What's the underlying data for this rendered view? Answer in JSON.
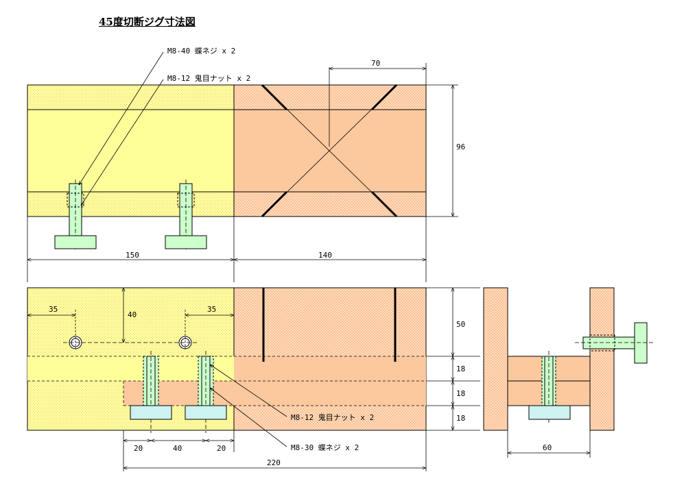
{
  "title": "45度切断ジグ寸法図",
  "labels": {
    "top_bolt": "M8-40 蝶ネジ x 2",
    "top_nut": "M8-12 鬼目ナット x 2",
    "front_nut": "M8-12 鬼目ナット x 2",
    "front_bolt": "M8-30 蝶ネジ x 2"
  },
  "dimensions": {
    "top_width_right": "70",
    "top_height": "96",
    "top_len_left": "150",
    "top_len_right": "140",
    "hole_left": "35",
    "hole_right": "35",
    "hole_depth": "40",
    "front_h1": "50",
    "front_h2": "18",
    "front_h3": "18",
    "front_h4": "18",
    "base_a": "20",
    "base_b": "40",
    "base_c": "20",
    "total_len": "220",
    "side_width": "60"
  },
  "colors": {
    "yellow": "#ffff99",
    "peach": "#fcc89e",
    "bolt": "#ccffcc",
    "nut_base": "#ccf2f2",
    "line": "#000000"
  }
}
